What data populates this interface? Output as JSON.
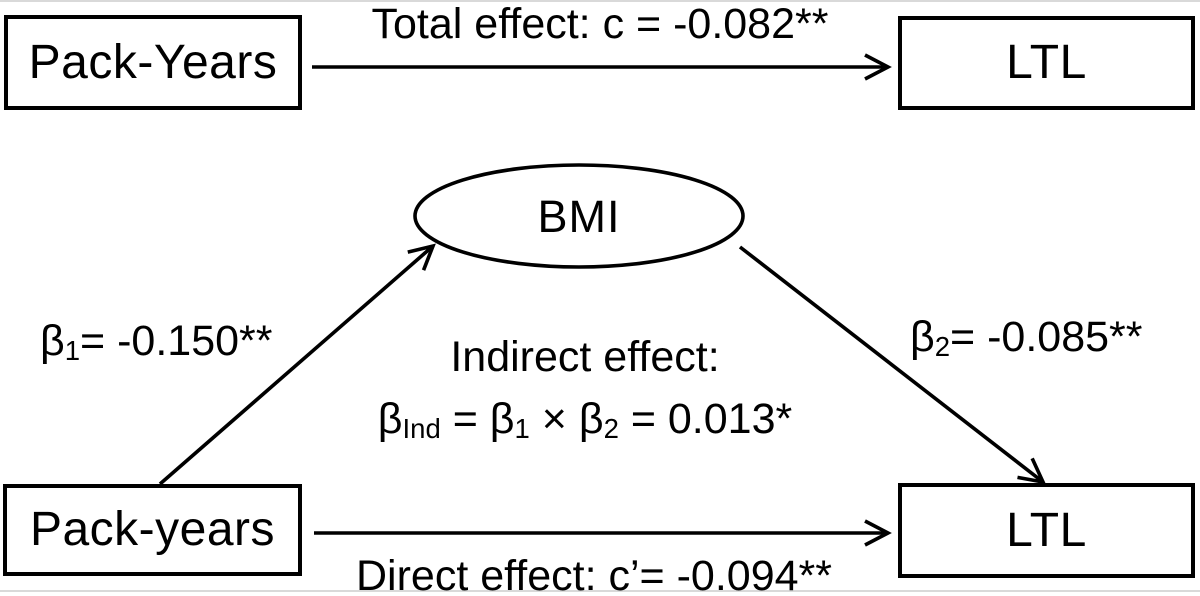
{
  "diagram": {
    "total_model": {
      "predictor": "Pack-Years",
      "outcome": "LTL",
      "arrow_label": "Total effect: c = -0.082**"
    },
    "mediation_model": {
      "predictor": "Pack-years",
      "mediator": "BMI",
      "outcome": "LTL",
      "a_path": {
        "symbol": "β",
        "subscript": "1",
        "value": "= -0.150**"
      },
      "b_path": {
        "symbol": "β",
        "subscript": "2",
        "value": "= -0.085**"
      },
      "indirect_effect": {
        "title": "Indirect effect:",
        "equation": {
          "beta_symbol": "β",
          "ind_subscript": "Ind",
          "equals_beta": " = β",
          "sub1": "1",
          "times_beta": " × β",
          "sub2": "2",
          "result": " = 0.013*"
        }
      },
      "direct_arrow_label": "Direct effect: c’= -0.094**"
    },
    "colors": {
      "ink": "#000000",
      "background": "#ffffff",
      "rule_line": "#d9d9d9"
    }
  }
}
